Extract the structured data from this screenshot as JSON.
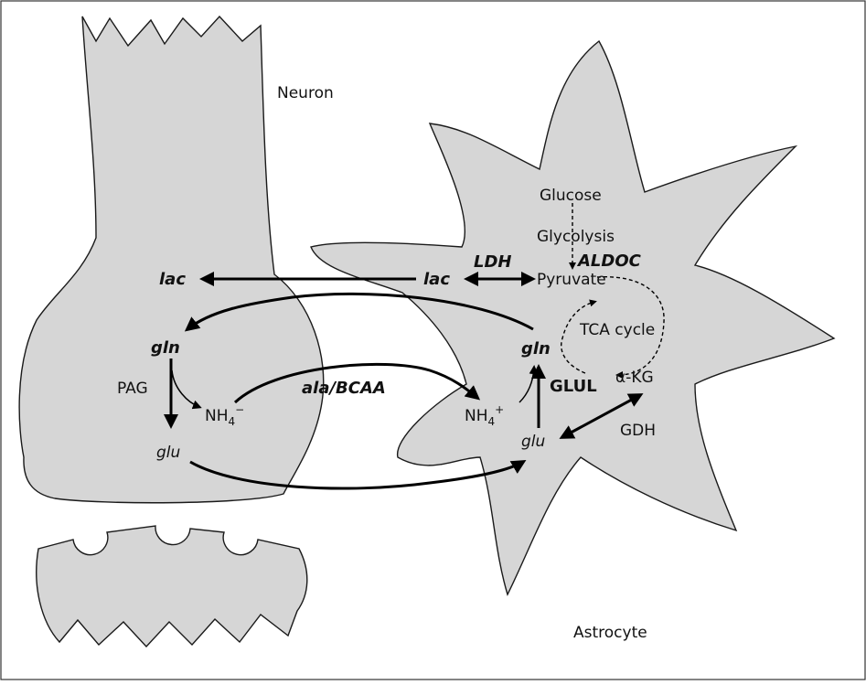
{
  "labels": {
    "neuron": "Neuron",
    "astrocyte": "Astrocyte",
    "glucose": "Glucose",
    "glycolysis": "Glycolysis",
    "aldoc": "ALDOC",
    "pyruvate": "Pyruvate",
    "ldh": "LDH",
    "lac_neuron": "lac",
    "lac_astro": "lac",
    "tca": "TCA cycle",
    "akg": "α-KG",
    "gdh": "GDH",
    "gln_neuron": "gln",
    "gln_astro": "gln",
    "pag": "PAG",
    "nh4_neuron": "NH",
    "nh4_neuron_sub": "4",
    "nh4_neuron_sup": "−",
    "ala_bcaa": "ala/BCAA",
    "nh4_astro": "NH",
    "nh4_astro_sub": "4",
    "nh4_astro_sup": "+",
    "glul": "GLUL",
    "glu_neuron": "glu",
    "glu_astro": "glu"
  }
}
